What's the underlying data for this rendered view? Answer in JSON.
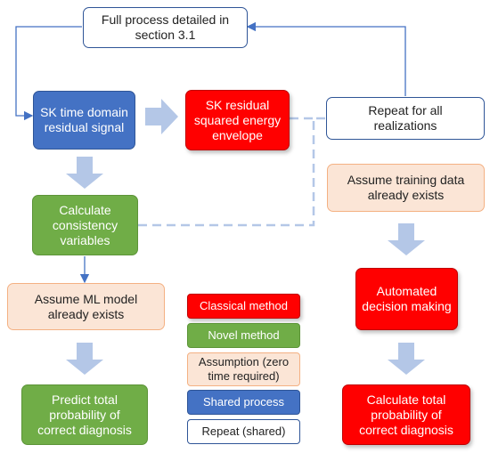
{
  "colors": {
    "classical": "#ff0000",
    "novel": "#70ad47",
    "assumption_fill": "#fbe5d6",
    "shared": "#4472c4",
    "connector": "#b4c7e7",
    "outline": "#2f5597"
  },
  "nodes": {
    "full_process": "Full process detailed in\nsection 3.1",
    "sk_time_domain": "SK time domain\nresidual signal",
    "sk_energy_envelope": "SK residual\nsquared energy\nenvelope",
    "repeat_all": "Repeat for all\nrealizations",
    "assume_training": "Assume training data\nalready exists",
    "calc_consistency": "Calculate\nconsistency\nvariables",
    "assume_ml": "Assume ML model\nalready exists",
    "automated_decision": "Automated\ndecision making",
    "predict_total": "Predict total\nprobability of\ncorrect diagnosis",
    "calc_total": "Calculate total\nprobability of\ncorrect diagnosis"
  },
  "legend": {
    "classical": "Classical method",
    "novel": "Novel method",
    "assumption": "Assumption (zero\ntime required)",
    "shared": "Shared process",
    "repeat": "Repeat (shared)"
  }
}
